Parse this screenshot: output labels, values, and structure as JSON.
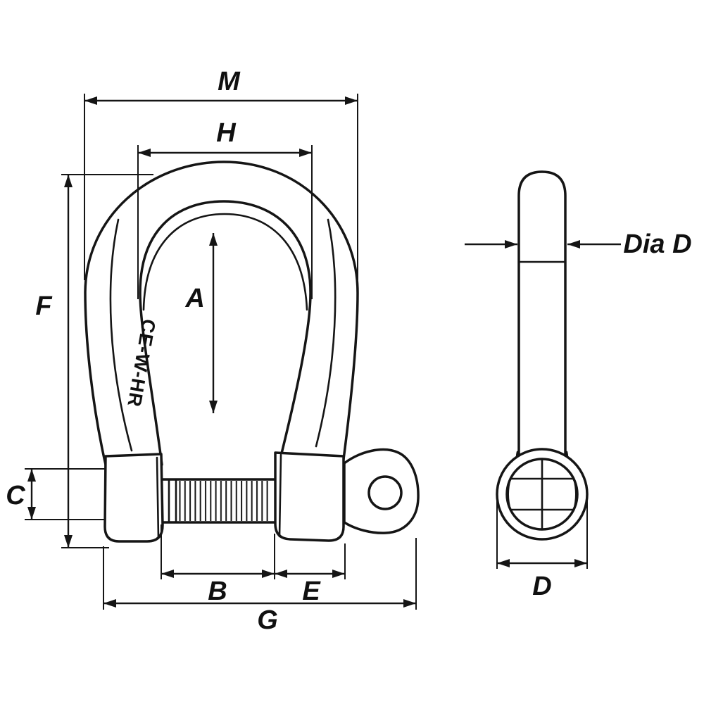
{
  "colors": {
    "background": "#ffffff",
    "line": "#151515",
    "text": "#101010"
  },
  "front_view": {
    "marking": "CE-W-HR",
    "labels": {
      "m": "M",
      "h": "H",
      "a": "A",
      "f": "F",
      "c": "C",
      "b": "B",
      "e": "E",
      "g": "G"
    }
  },
  "side_view": {
    "labels": {
      "dia": "Dia D",
      "d": "D"
    }
  }
}
